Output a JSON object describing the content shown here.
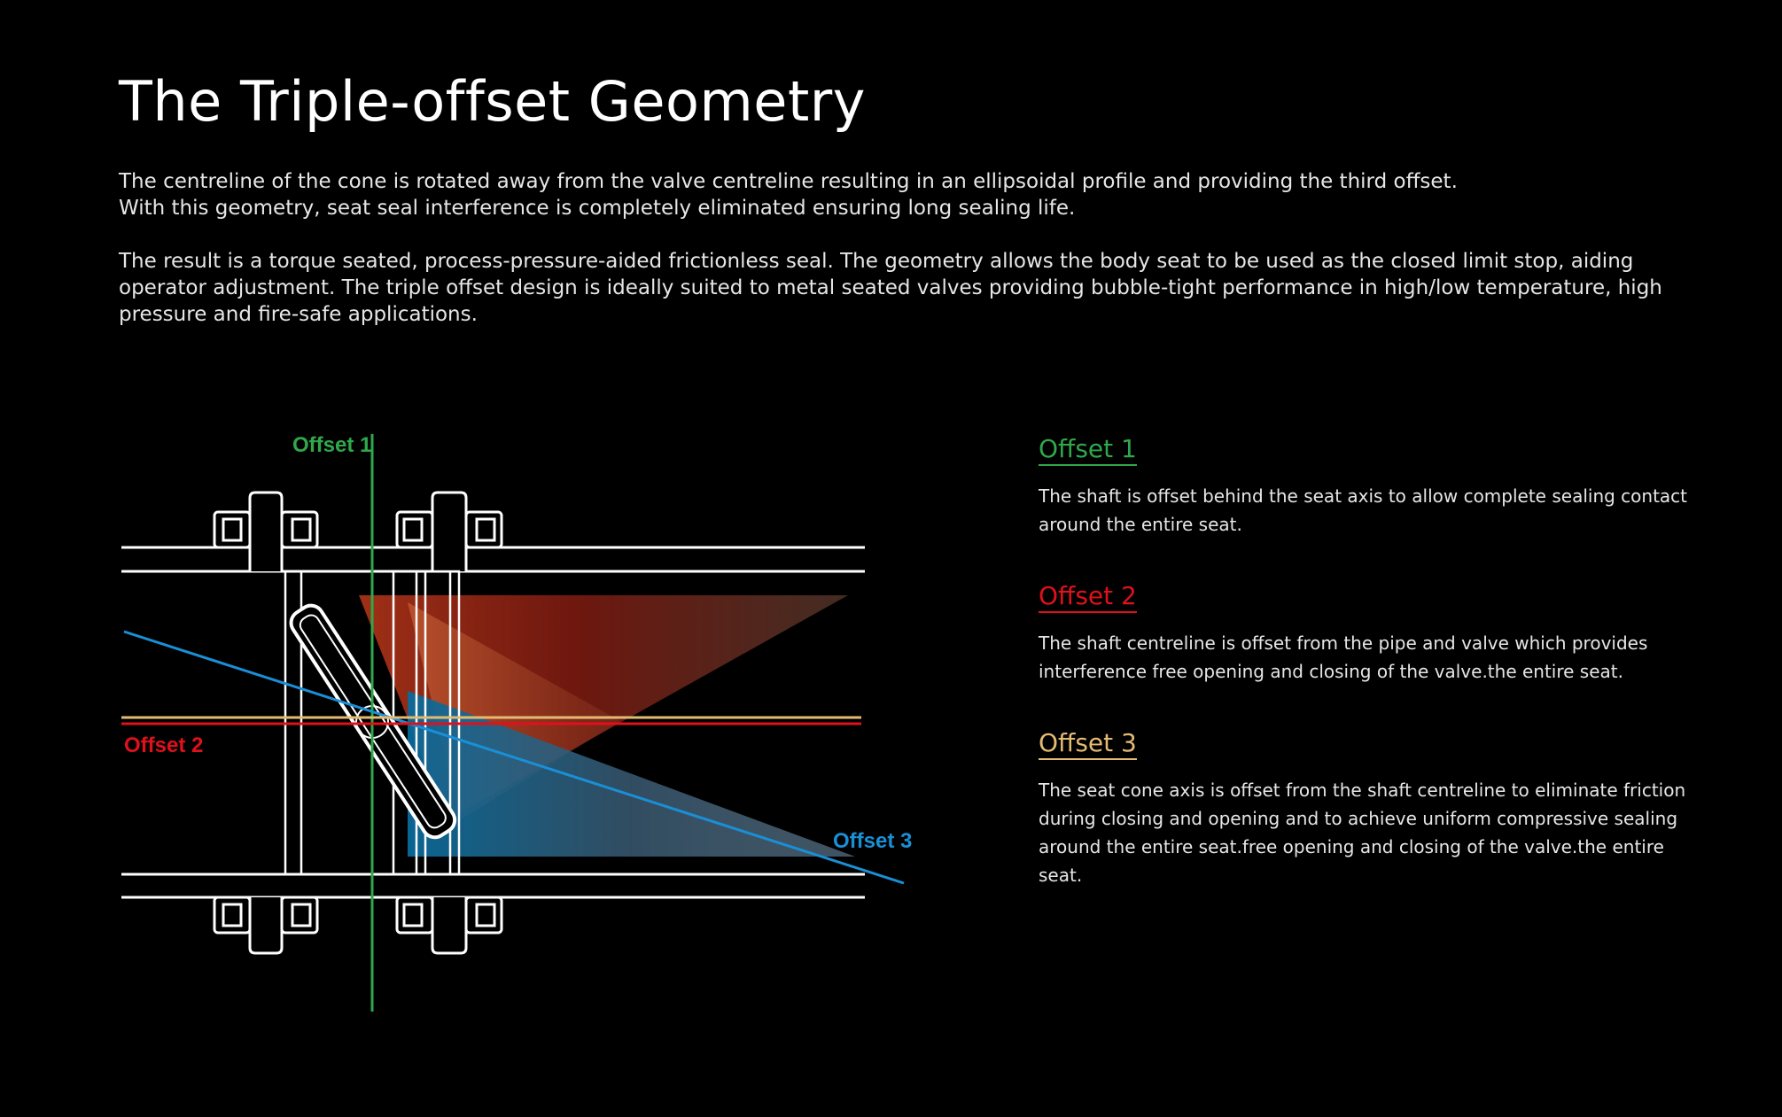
{
  "page": {
    "title": "The Triple-offset Geometry",
    "intro": [
      "The centreline of the cone is rotated away from the valve centreline resulting in an ellipsoidal profile and providing the third offset.\nWith this geometry, seat seal interference is completely eliminated ensuring long sealing life.",
      "The result is a torque seated, process-pressure-aided frictionless seal. The geometry allows the body seat to be used as the closed limit stop, aiding operator adjustment. The triple offset design is ideally suited to metal seated valves providing bubble-tight performance in high/low temperature, high pressure and fire-safe applications."
    ]
  },
  "diagram": {
    "labels": {
      "offset1": "Offset 1",
      "offset2": "Offset 2",
      "offset3": "Offset 3"
    }
  },
  "offsets": [
    {
      "title": "Offset 1",
      "color": "#2fa84a",
      "description": "The shaft is offset behind the seat axis to allow complete sealing contact around the entire seat."
    },
    {
      "title": "Offset 2",
      "color": "#e0101c",
      "description": "The shaft centreline is offset from the pipe and valve which provides interference free opening and closing of the valve.the entire seat."
    },
    {
      "title": "Offset 3",
      "color": "#e3bb72",
      "description": "The seat cone axis is offset from the shaft centreline to eliminate friction during closing and opening and to achieve uniform compressive sealing around the entire seat.free opening and closing of the valve.the entire seat."
    }
  ],
  "colors": {
    "background": "#000000",
    "offset1_line": "#2fa84a",
    "offset2_line": "#e0101c",
    "offset3_line": "#1a8fd6",
    "pipe_outline": "#ffffff"
  }
}
